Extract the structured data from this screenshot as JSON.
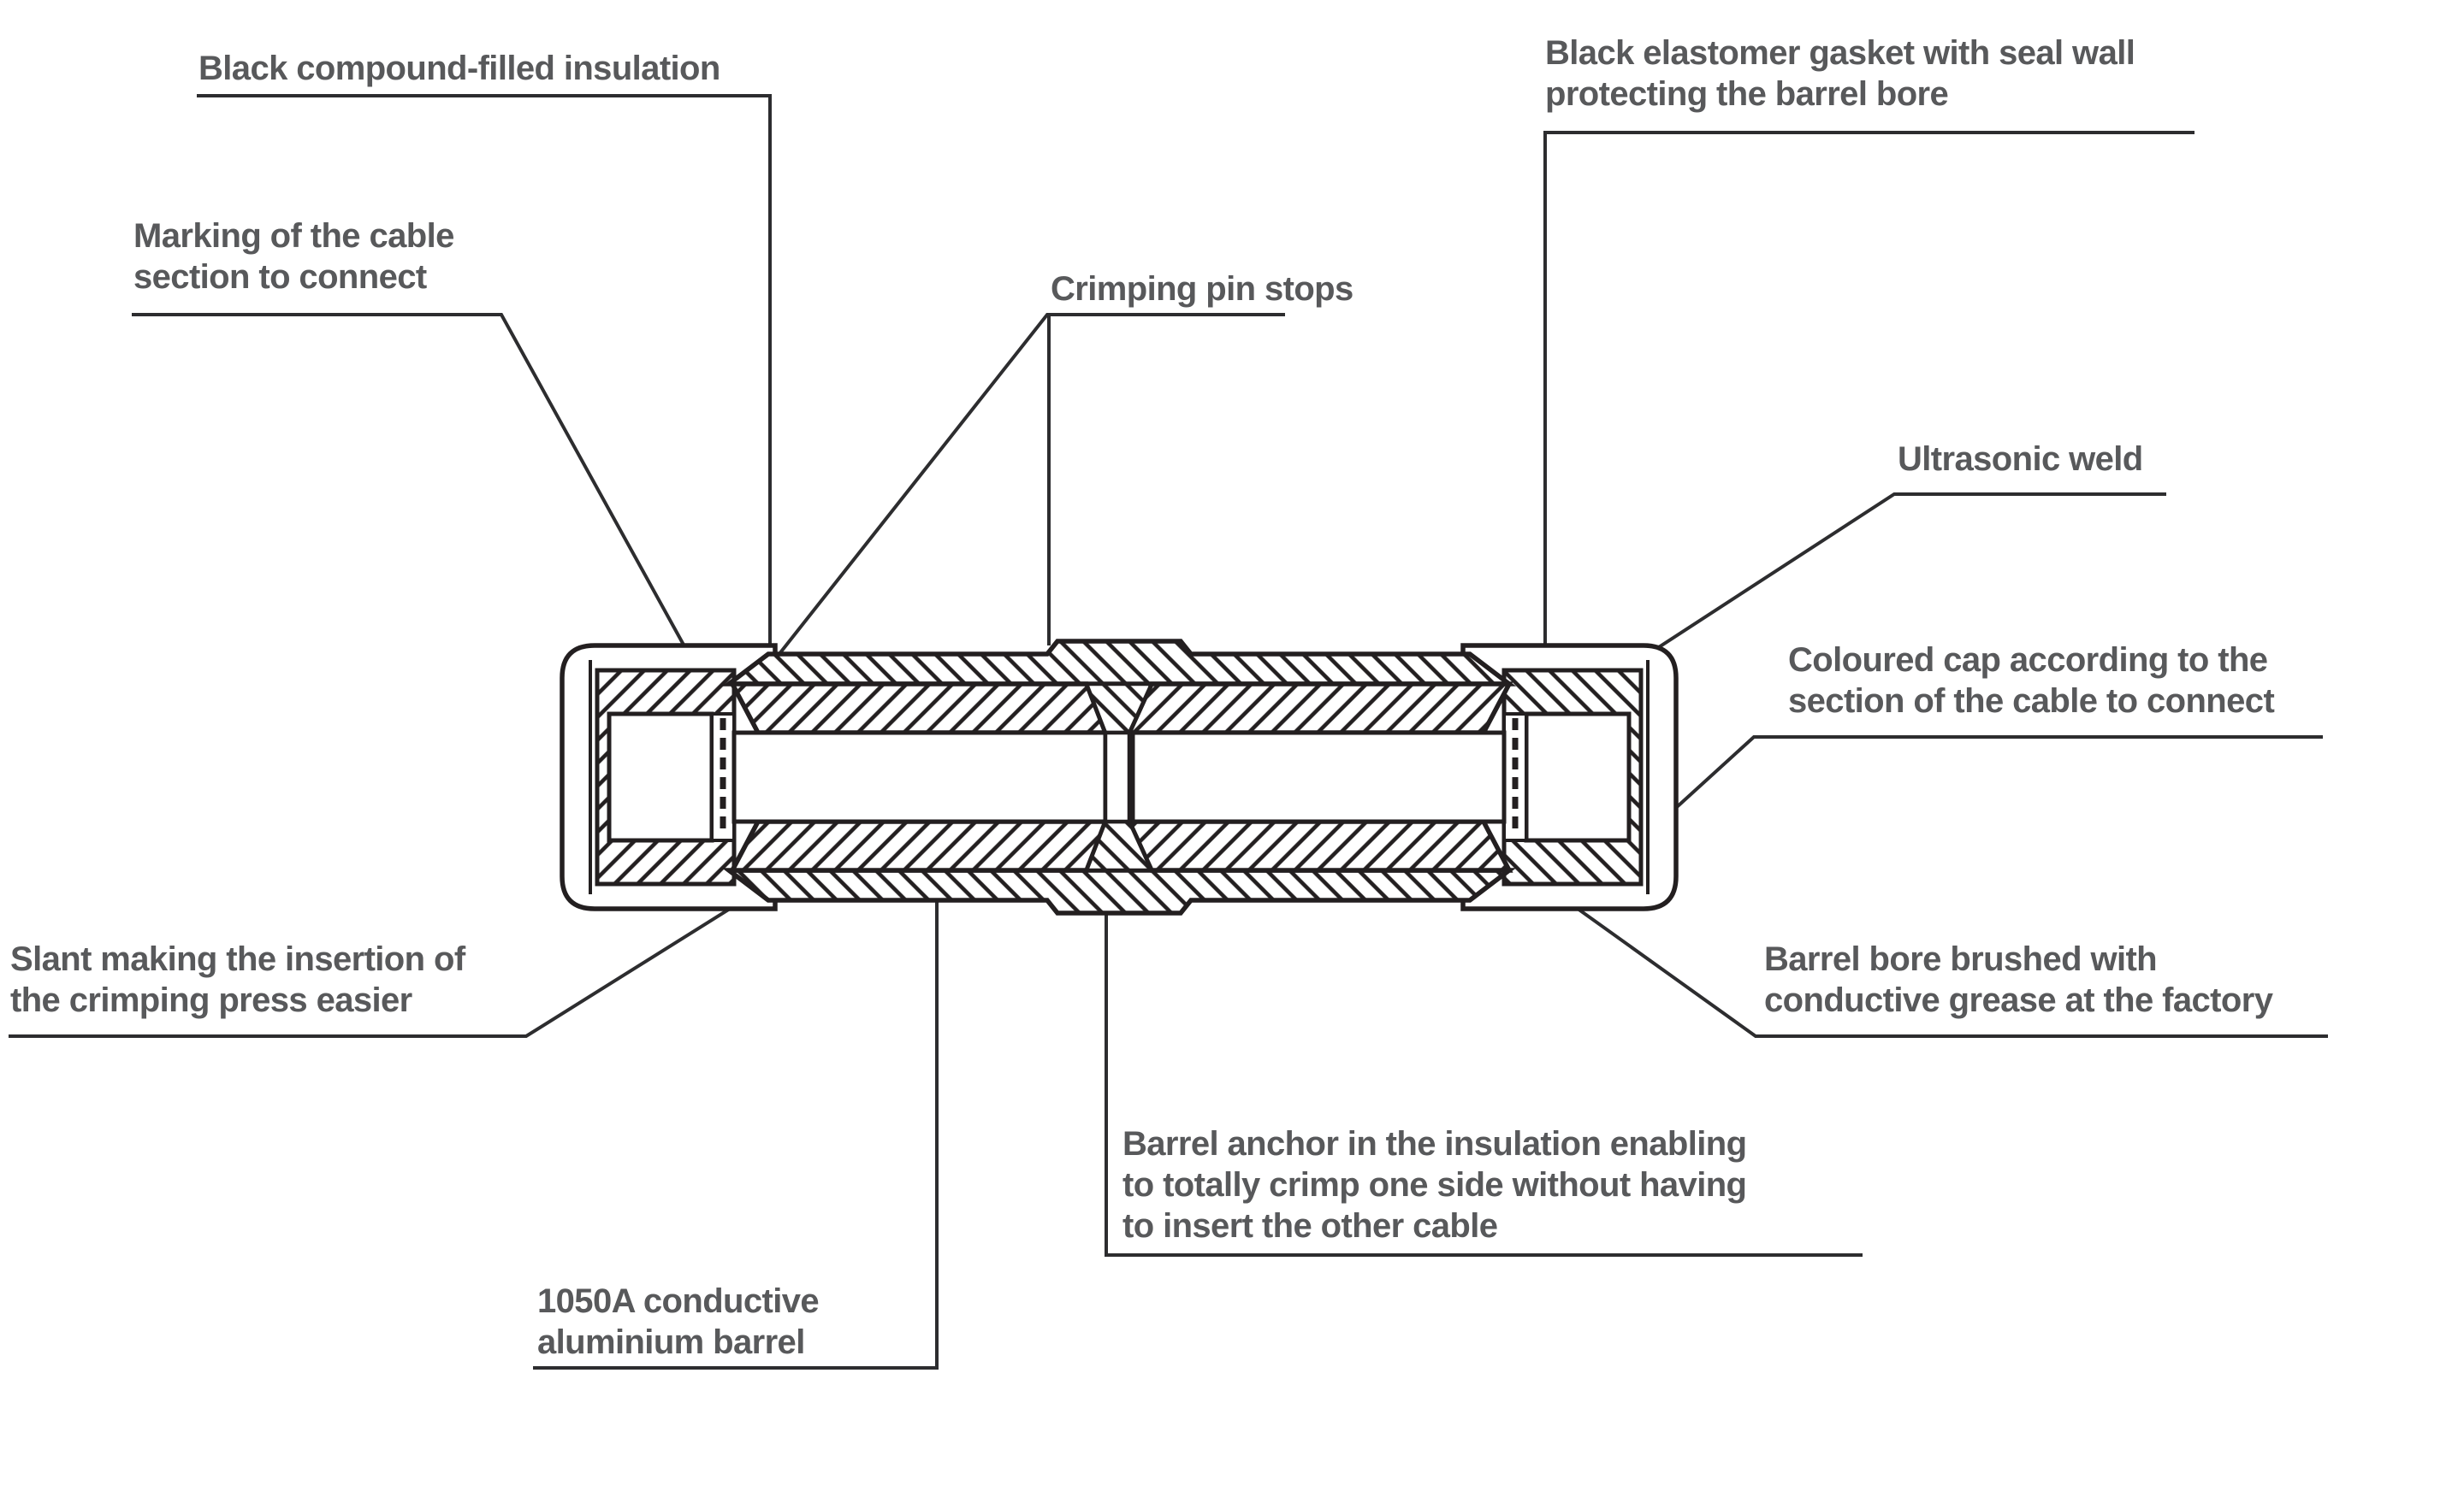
{
  "colors": {
    "ink": "#231f20",
    "label_text": "#58595b",
    "background": "#ffffff"
  },
  "labels": [
    {
      "id": "compound-insulation",
      "text": "Black compound-filled insulation"
    },
    {
      "id": "cable-marking",
      "text": "Marking of the cable\nsection to connect"
    },
    {
      "id": "crimping-pin-stops",
      "text": "Crimping pin stops"
    },
    {
      "id": "elastomer-gasket",
      "text": "Black elastomer gasket with seal wall\nprotecting the barrel bore"
    },
    {
      "id": "ultrasonic-weld",
      "text": "Ultrasonic weld"
    },
    {
      "id": "coloured-cap",
      "text": "Coloured cap according to the\nsection of the cable to connect"
    },
    {
      "id": "barrel-bore-grease",
      "text": "Barrel bore brushed with\nconductive grease at the factory"
    },
    {
      "id": "insertion-slant",
      "text": "Slant making the insertion of\nthe crimping press easier"
    },
    {
      "id": "barrel-anchor",
      "text": "Barrel anchor in the insulation enabling\nto totally crimp one side without having\nto insert the other cable"
    },
    {
      "id": "aluminium-barrel",
      "text": "1050A conductive\naluminium barrel"
    }
  ],
  "drawing_parts": [
    "coloured-end-cap-left",
    "coloured-end-cap-right",
    "elastomer-gasket-left",
    "elastomer-gasket-right",
    "seal-wall-left",
    "seal-wall-right",
    "compound-insulation-body",
    "aluminium-barrel-walls",
    "barrel-bore-left",
    "barrel-bore-right",
    "barrel-anchor-center",
    "crimping-pin-stop-bumps"
  ]
}
